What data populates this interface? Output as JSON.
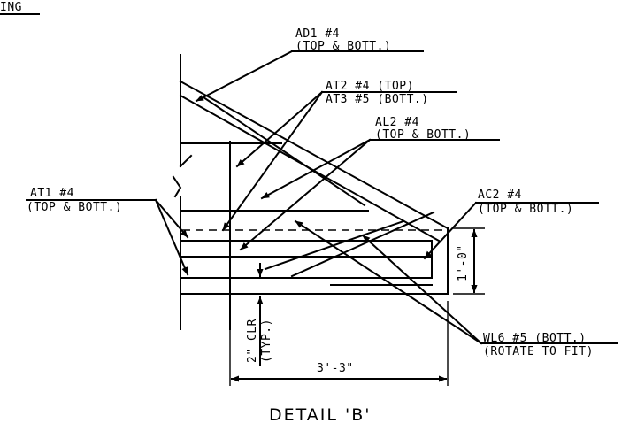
{
  "header_fragment": "ING",
  "labels": {
    "ad1_line1": "AD1 #4",
    "ad1_line2": "(TOP & BOTT.)",
    "at2_line1": "AT2 #4 (TOP)",
    "at2_line2": "AT3 #5 (BOTT.)",
    "al2_line1": "AL2 #4",
    "al2_line2": "(TOP & BOTT.)",
    "at1_line1": "AT1 #4",
    "at1_line2": "(TOP & BOTT.)",
    "ac2_line1": "AC2 #4",
    "ac2_line2": "(TOP & BOTT.)",
    "wl6_line1": "WL6 #5 (BOTT.)",
    "wl6_line2": "(ROTATE TO FIT)",
    "clr_line1": "2\" CLR",
    "clr_line2": "(TYP.)",
    "dim_width": "3'-3\"",
    "dim_height": "1'-0\""
  },
  "title": "DETAIL 'B'"
}
